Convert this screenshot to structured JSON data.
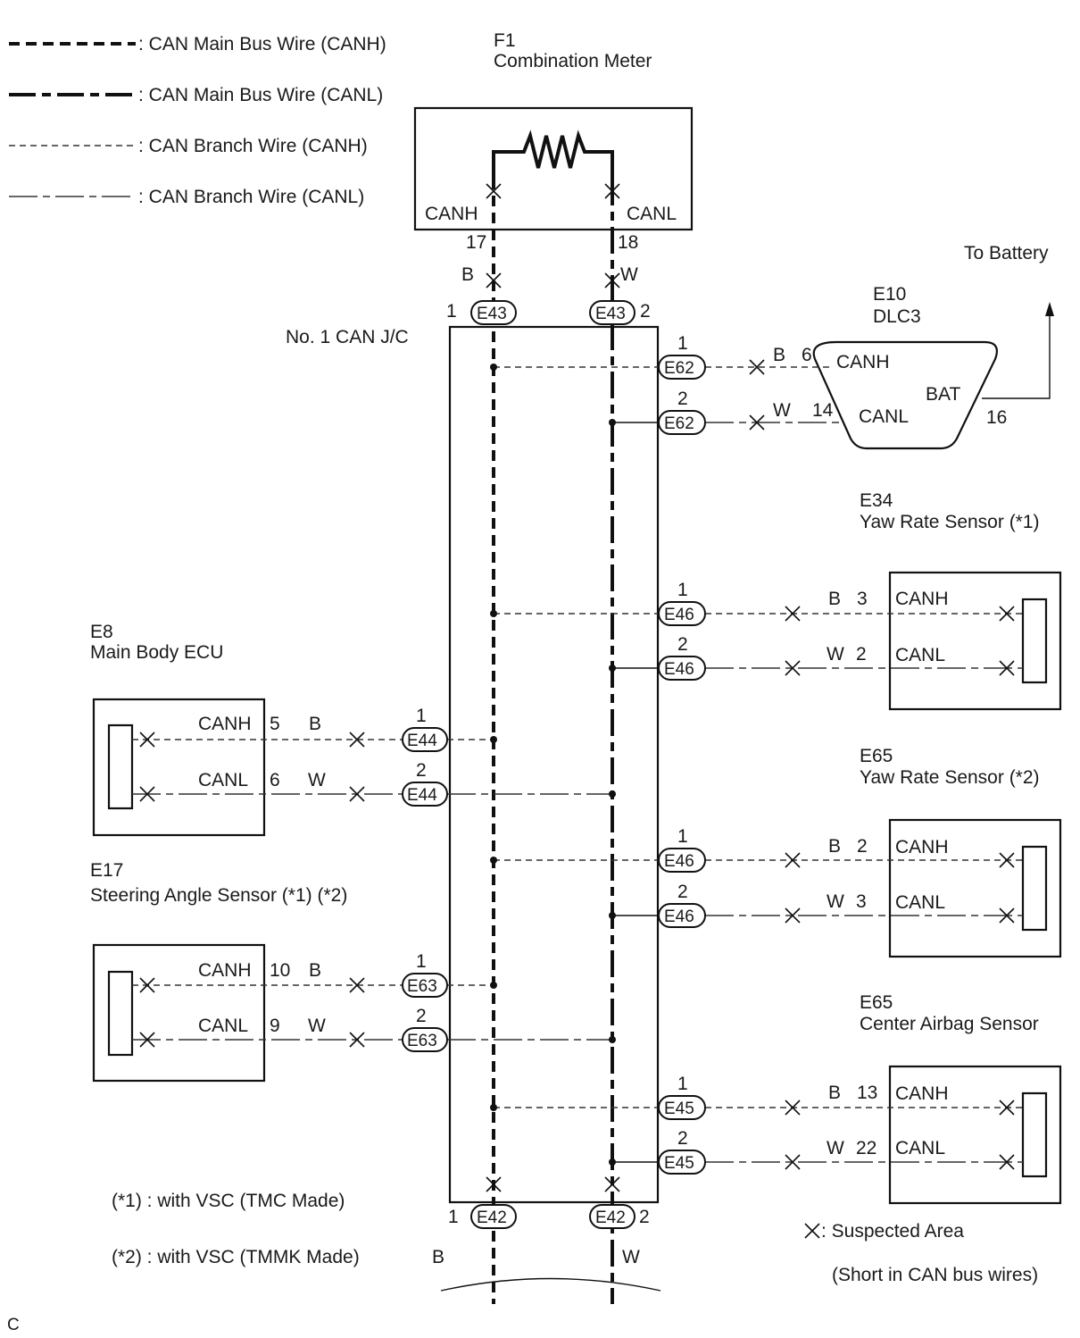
{
  "legend": {
    "main_h": ": CAN Main Bus Wire (CANH)",
    "main_l": ": CAN Main Bus Wire (CANL)",
    "branch_h": ": CAN Branch Wire (CANH)",
    "branch_l": ": CAN Branch Wire (CANL)"
  },
  "f1": {
    "code": "F1",
    "name": "Combination Meter",
    "canh": "CANH",
    "canl": "CANL",
    "pin_h": "17",
    "pin_l": "18"
  },
  "wire_colors": {
    "b": "B",
    "w": "W"
  },
  "jc": {
    "name": "No. 1 CAN J/C",
    "top": "E43",
    "bottom": "E42",
    "pin1": "1",
    "pin2": "2"
  },
  "dlc3": {
    "code": "E10",
    "name": "DLC3",
    "canh": "CANH",
    "canl": "CANL",
    "bat": "BAT",
    "pin_h": "6",
    "pin_l": "14",
    "pin_bat": "16",
    "to_battery": "To Battery",
    "conn": "E62"
  },
  "e34": {
    "code": "E34",
    "name": "Yaw Rate Sensor (*1)",
    "canh": "CANH",
    "canl": "CANL",
    "pin_h": "3",
    "pin_l": "2",
    "conn": "E46"
  },
  "e65a": {
    "code": "E65",
    "name": "Yaw Rate Sensor (*2)",
    "canh": "CANH",
    "canl": "CANL",
    "pin_h": "2",
    "pin_l": "3",
    "conn": "E46"
  },
  "e65b": {
    "code": "E65",
    "name": "Center Airbag Sensor",
    "canh": "CANH",
    "canl": "CANL",
    "pin_h": "13",
    "pin_l": "22",
    "conn": "E45"
  },
  "e8": {
    "code": "E8",
    "name": "Main Body ECU",
    "canh": "CANH",
    "canl": "CANL",
    "pin_h": "5",
    "pin_l": "6",
    "conn": "E44"
  },
  "e17": {
    "code": "E17",
    "name": "Steering Angle Sensor (*1) (*2)",
    "canh": "CANH",
    "canl": "CANL",
    "pin_h": "10",
    "pin_l": "9",
    "conn": "E63"
  },
  "notes": {
    "n1": "(*1) : with VSC (TMC Made)",
    "n2": "(*2) : with VSC (TMMK Made)",
    "suspected": ": Suspected Area",
    "short": "(Short in CAN bus wires)",
    "corner": "C"
  }
}
